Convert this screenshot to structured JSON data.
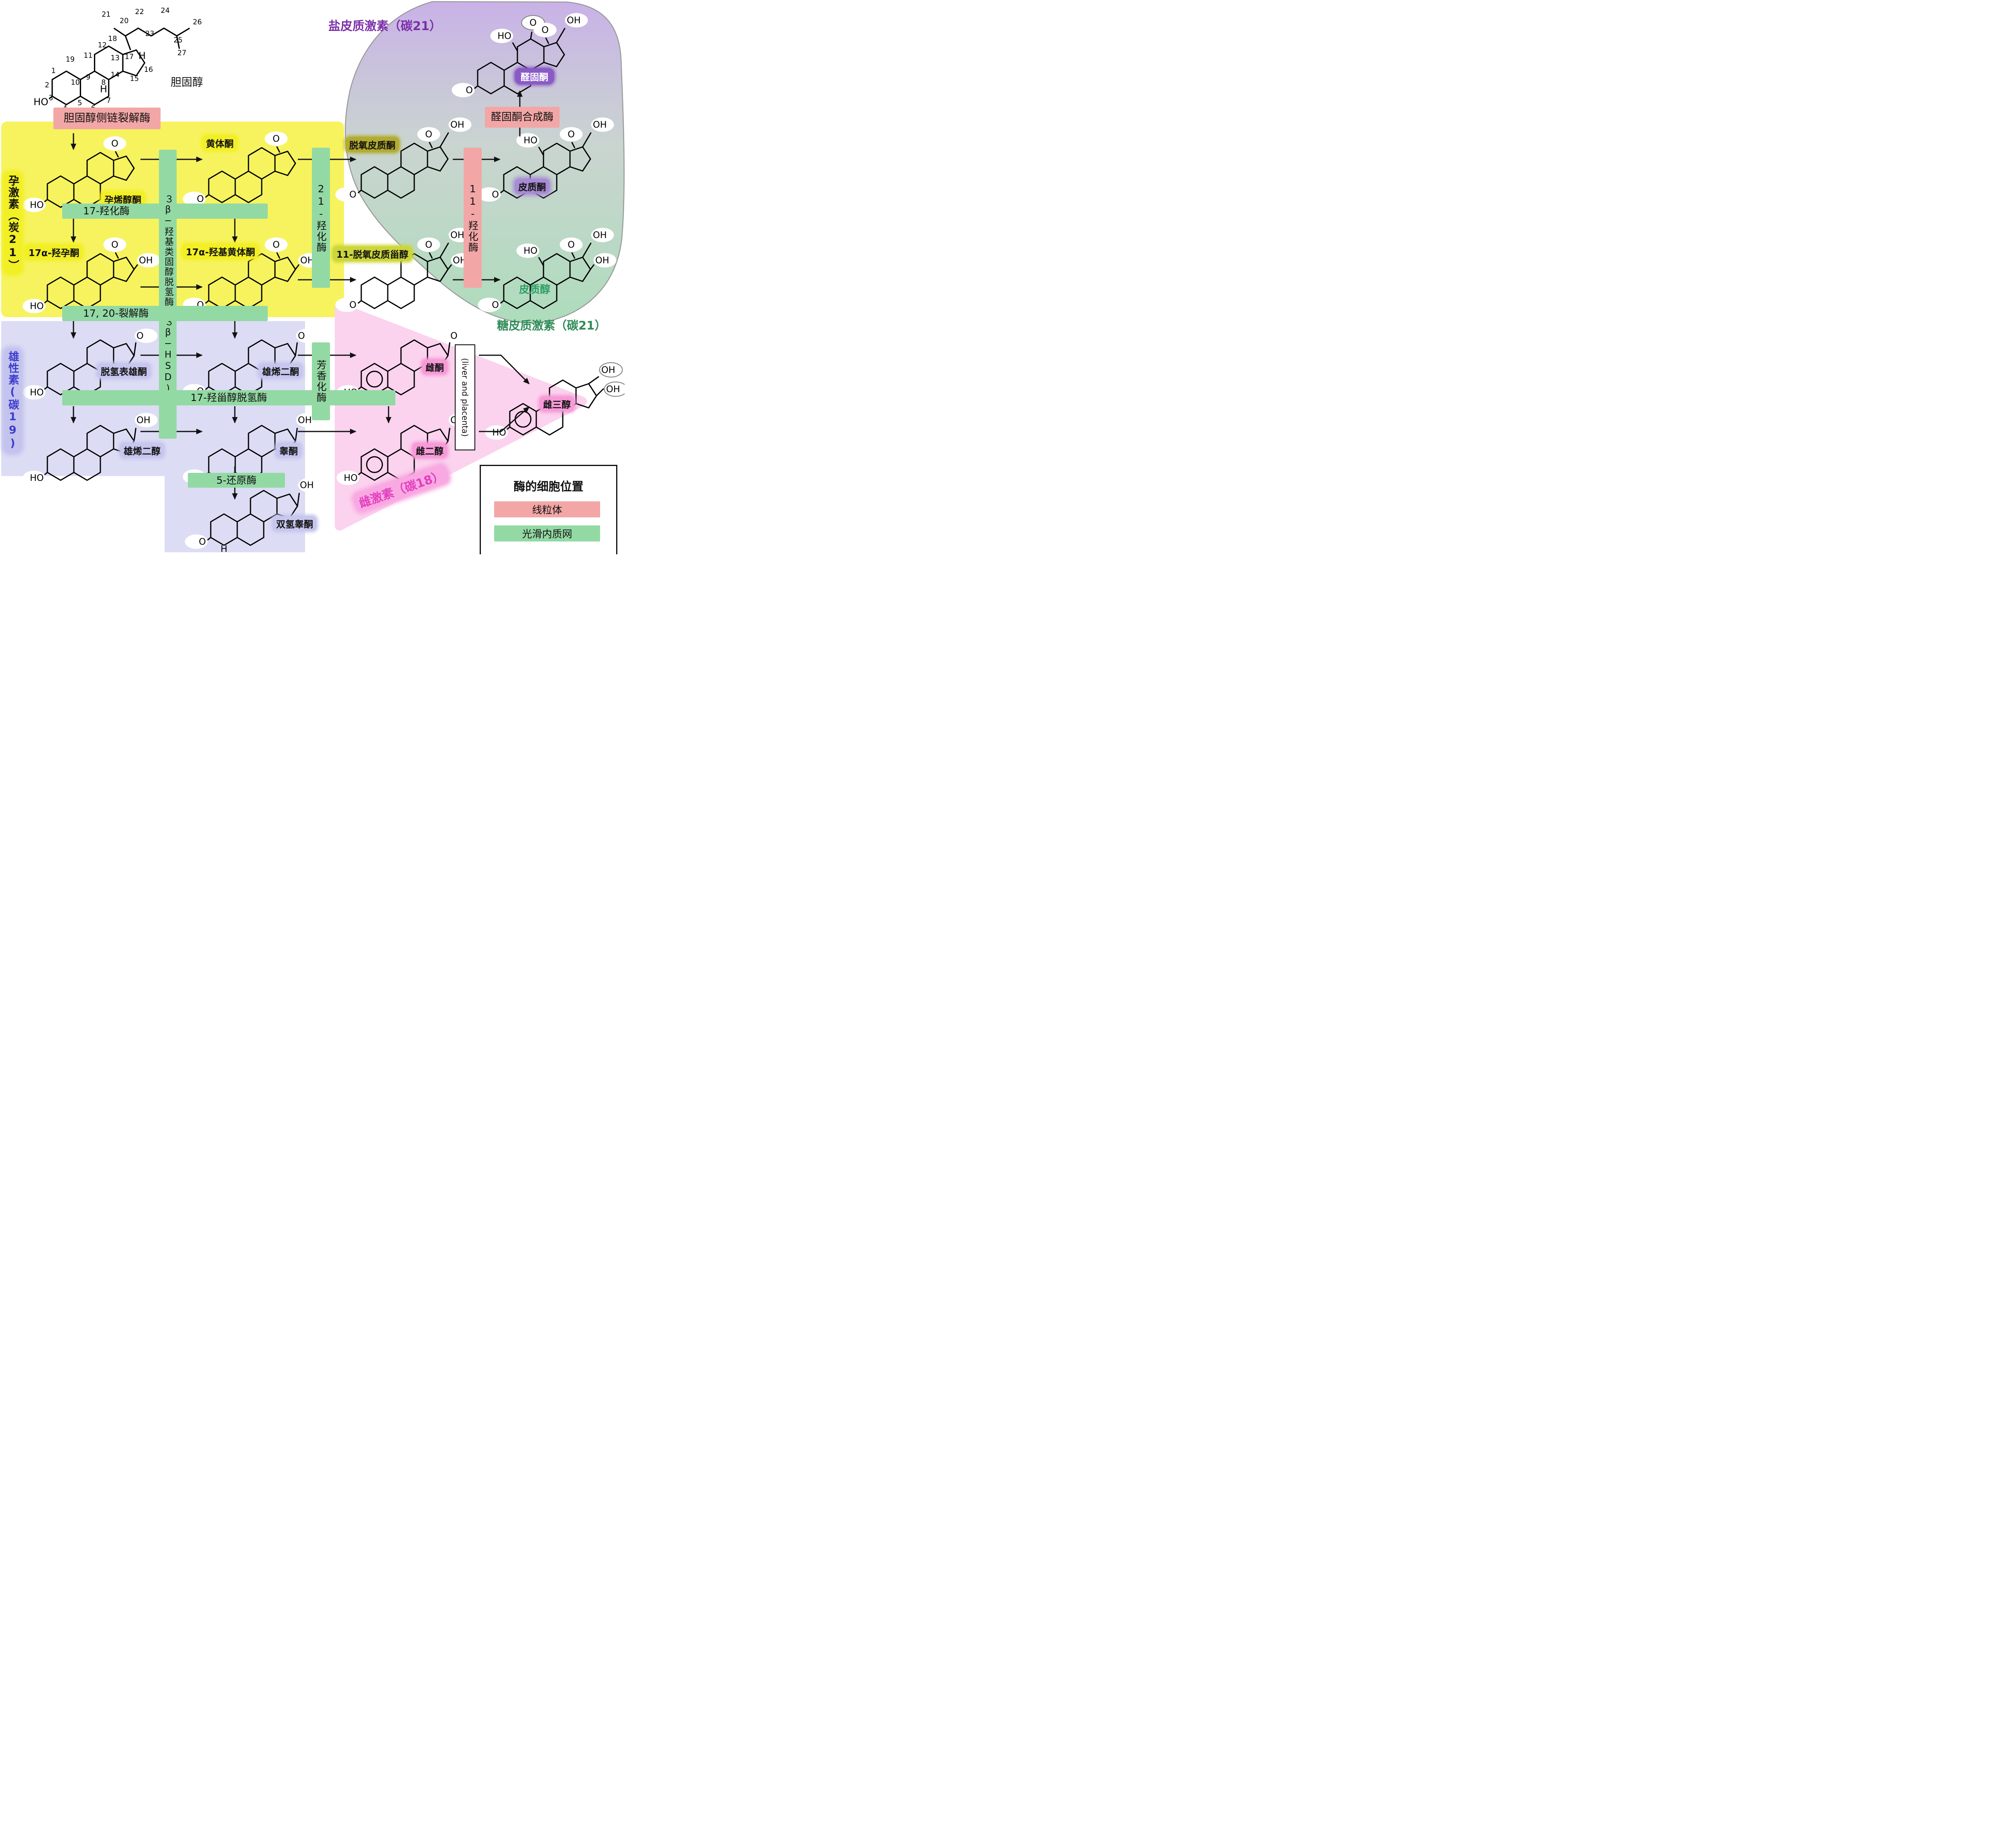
{
  "regions": {
    "mineralocorticoid": {
      "label": "盐皮质激素（碳21）",
      "color": "#7b2fa8"
    },
    "progestogen": {
      "label": "孕激素（炭21）",
      "color": "#f6f35e"
    },
    "glucocorticoid": {
      "label": "糖皮质激素（碳21）",
      "color": "#2e8b57"
    },
    "androgen": {
      "label": "雄性素(碳19)",
      "color": "#dcdcf4"
    },
    "estrogen": {
      "label": "雌激素（碳18）",
      "color": "#fbd3ee"
    }
  },
  "enzymes": {
    "scc": {
      "label": "胆固醇侧链裂解酶",
      "location": "线粒体"
    },
    "hydroxylase17": {
      "label": "17-羟化酶",
      "location": "光滑内质网"
    },
    "hsd3b": {
      "label": "３β−羟基类固醇脱氢酶（３β−HSD)",
      "location": "光滑内质网"
    },
    "hydroxylase21": {
      "label": "21-羟化酶",
      "location": "光滑内质网"
    },
    "hydroxylase11": {
      "label": "11-羟化酶",
      "location": "线粒体"
    },
    "aldosterone_synthase": {
      "label": "醛固酮合成酶",
      "location": "线粒体"
    },
    "lyase1720": {
      "label": "17, 20-裂解酶",
      "location": "光滑内质网"
    },
    "hsd17": {
      "label": "17-羟甾醇脱氢酶",
      "location": "光滑内质网"
    },
    "aromatase": {
      "label": "芳香化酶",
      "location": "光滑内质网"
    },
    "reductase5": {
      "label": "5-还原酶",
      "location": "光滑内质网"
    },
    "liver_placenta": {
      "label": "(liver and placenta)"
    }
  },
  "molecules": {
    "cholesterol": {
      "label": "胆固醇",
      "carbons": [
        "1",
        "2",
        "3",
        "4",
        "5",
        "6",
        "7",
        "8",
        "9",
        "10",
        "11",
        "12",
        "13",
        "14",
        "15",
        "16",
        "17",
        "18",
        "19",
        "20",
        "21",
        "22",
        "23",
        "24",
        "25",
        "26",
        "27"
      ],
      "groups": [
        {
          "t": "HO",
          "pos": "bl"
        },
        {
          "t": "H",
          "pos": "h17"
        },
        {
          "t": "H",
          "pos": "h8"
        }
      ]
    },
    "pregnenolone": {
      "label": "孕烯醇酮",
      "groups": [
        {
          "t": "HO",
          "pos": "bl"
        },
        {
          "t": "O",
          "pos": "top"
        }
      ]
    },
    "progesterone": {
      "label": "黄体酮",
      "groups": [
        {
          "t": "O",
          "pos": "blk"
        },
        {
          "t": "O",
          "pos": "top"
        }
      ]
    },
    "p17ohpreg": {
      "label": "17α-羟孕酮",
      "groups": [
        {
          "t": "HO",
          "pos": "bl"
        },
        {
          "t": "O",
          "pos": "top"
        },
        {
          "t": "OH",
          "pos": "r17"
        }
      ]
    },
    "p17ohprog": {
      "label": "17α-羟基黄体酮",
      "groups": [
        {
          "t": "O",
          "pos": "blk"
        },
        {
          "t": "O",
          "pos": "top"
        },
        {
          "t": "OH",
          "pos": "r17"
        }
      ]
    },
    "doc": {
      "label": "脱氧皮质酮",
      "groups": [
        {
          "t": "O",
          "pos": "blk"
        },
        {
          "t": "O",
          "pos": "top"
        },
        {
          "t": "OH",
          "pos": "tr21"
        }
      ]
    },
    "d11cortisol": {
      "label": "11-脱氧皮质甾醇",
      "groups": [
        {
          "t": "O",
          "pos": "blk"
        },
        {
          "t": "O",
          "pos": "top"
        },
        {
          "t": "OH",
          "pos": "tr21"
        },
        {
          "t": "OH",
          "pos": "r17"
        }
      ]
    },
    "corticosterone": {
      "label": "皮质酮",
      "groups": [
        {
          "t": "O",
          "pos": "blk"
        },
        {
          "t": "HO",
          "pos": "l11"
        },
        {
          "t": "O",
          "pos": "top"
        },
        {
          "t": "OH",
          "pos": "tr21"
        }
      ]
    },
    "cortisol": {
      "label": "皮质醇",
      "groups": [
        {
          "t": "O",
          "pos": "blk"
        },
        {
          "t": "HO",
          "pos": "l11"
        },
        {
          "t": "O",
          "pos": "top"
        },
        {
          "t": "OH",
          "pos": "tr21"
        },
        {
          "t": "OH",
          "pos": "r17"
        }
      ]
    },
    "aldosterone": {
      "label": "醛固酮",
      "groups": [
        {
          "t": "O",
          "pos": "blk"
        },
        {
          "t": "HO",
          "pos": "l11"
        },
        {
          "t": "O",
          "pos": "ald"
        },
        {
          "t": "O",
          "pos": "top"
        },
        {
          "t": "OH",
          "pos": "tr21"
        }
      ]
    },
    "dhea": {
      "label": "脱氢表雄酮",
      "groups": [
        {
          "t": "HO",
          "pos": "bl"
        },
        {
          "t": "O",
          "pos": "k17"
        }
      ]
    },
    "androstenedione": {
      "label": "雄烯二酮",
      "groups": [
        {
          "t": "O",
          "pos": "blk"
        },
        {
          "t": "O",
          "pos": "k17"
        }
      ]
    },
    "androstenediol": {
      "label": "雄烯二醇",
      "groups": [
        {
          "t": "HO",
          "pos": "bl"
        },
        {
          "t": "OH",
          "pos": "oh17"
        }
      ]
    },
    "testosterone": {
      "label": "睾酮",
      "groups": [
        {
          "t": "O",
          "pos": "blk"
        },
        {
          "t": "OH",
          "pos": "oh17"
        }
      ]
    },
    "dht": {
      "label": "双氢睾酮",
      "groups": [
        {
          "t": "O",
          "pos": "blk"
        },
        {
          "t": "OH",
          "pos": "oh17"
        },
        {
          "t": "H",
          "pos": "h5"
        }
      ]
    },
    "estrone": {
      "label": "雌酮",
      "aromatic": true,
      "groups": [
        {
          "t": "HO",
          "pos": "bl"
        },
        {
          "t": "O",
          "pos": "k17"
        }
      ]
    },
    "estradiol": {
      "label": "雌二醇",
      "aromatic": true,
      "groups": [
        {
          "t": "HO",
          "pos": "bl"
        },
        {
          "t": "OH",
          "pos": "oh17"
        }
      ]
    },
    "estriol": {
      "label": "雌三醇",
      "aromatic": true,
      "groups": [
        {
          "t": "HO",
          "pos": "bl"
        },
        {
          "t": "OH",
          "pos": "oh17c"
        },
        {
          "t": "OH",
          "pos": "oh16c"
        }
      ]
    }
  },
  "legend": {
    "title": "酶的细胞位置",
    "items": [
      {
        "label": "线粒体",
        "color": "#f3a6a6"
      },
      {
        "label": "光滑内质网",
        "color": "#93d9a4"
      }
    ]
  }
}
